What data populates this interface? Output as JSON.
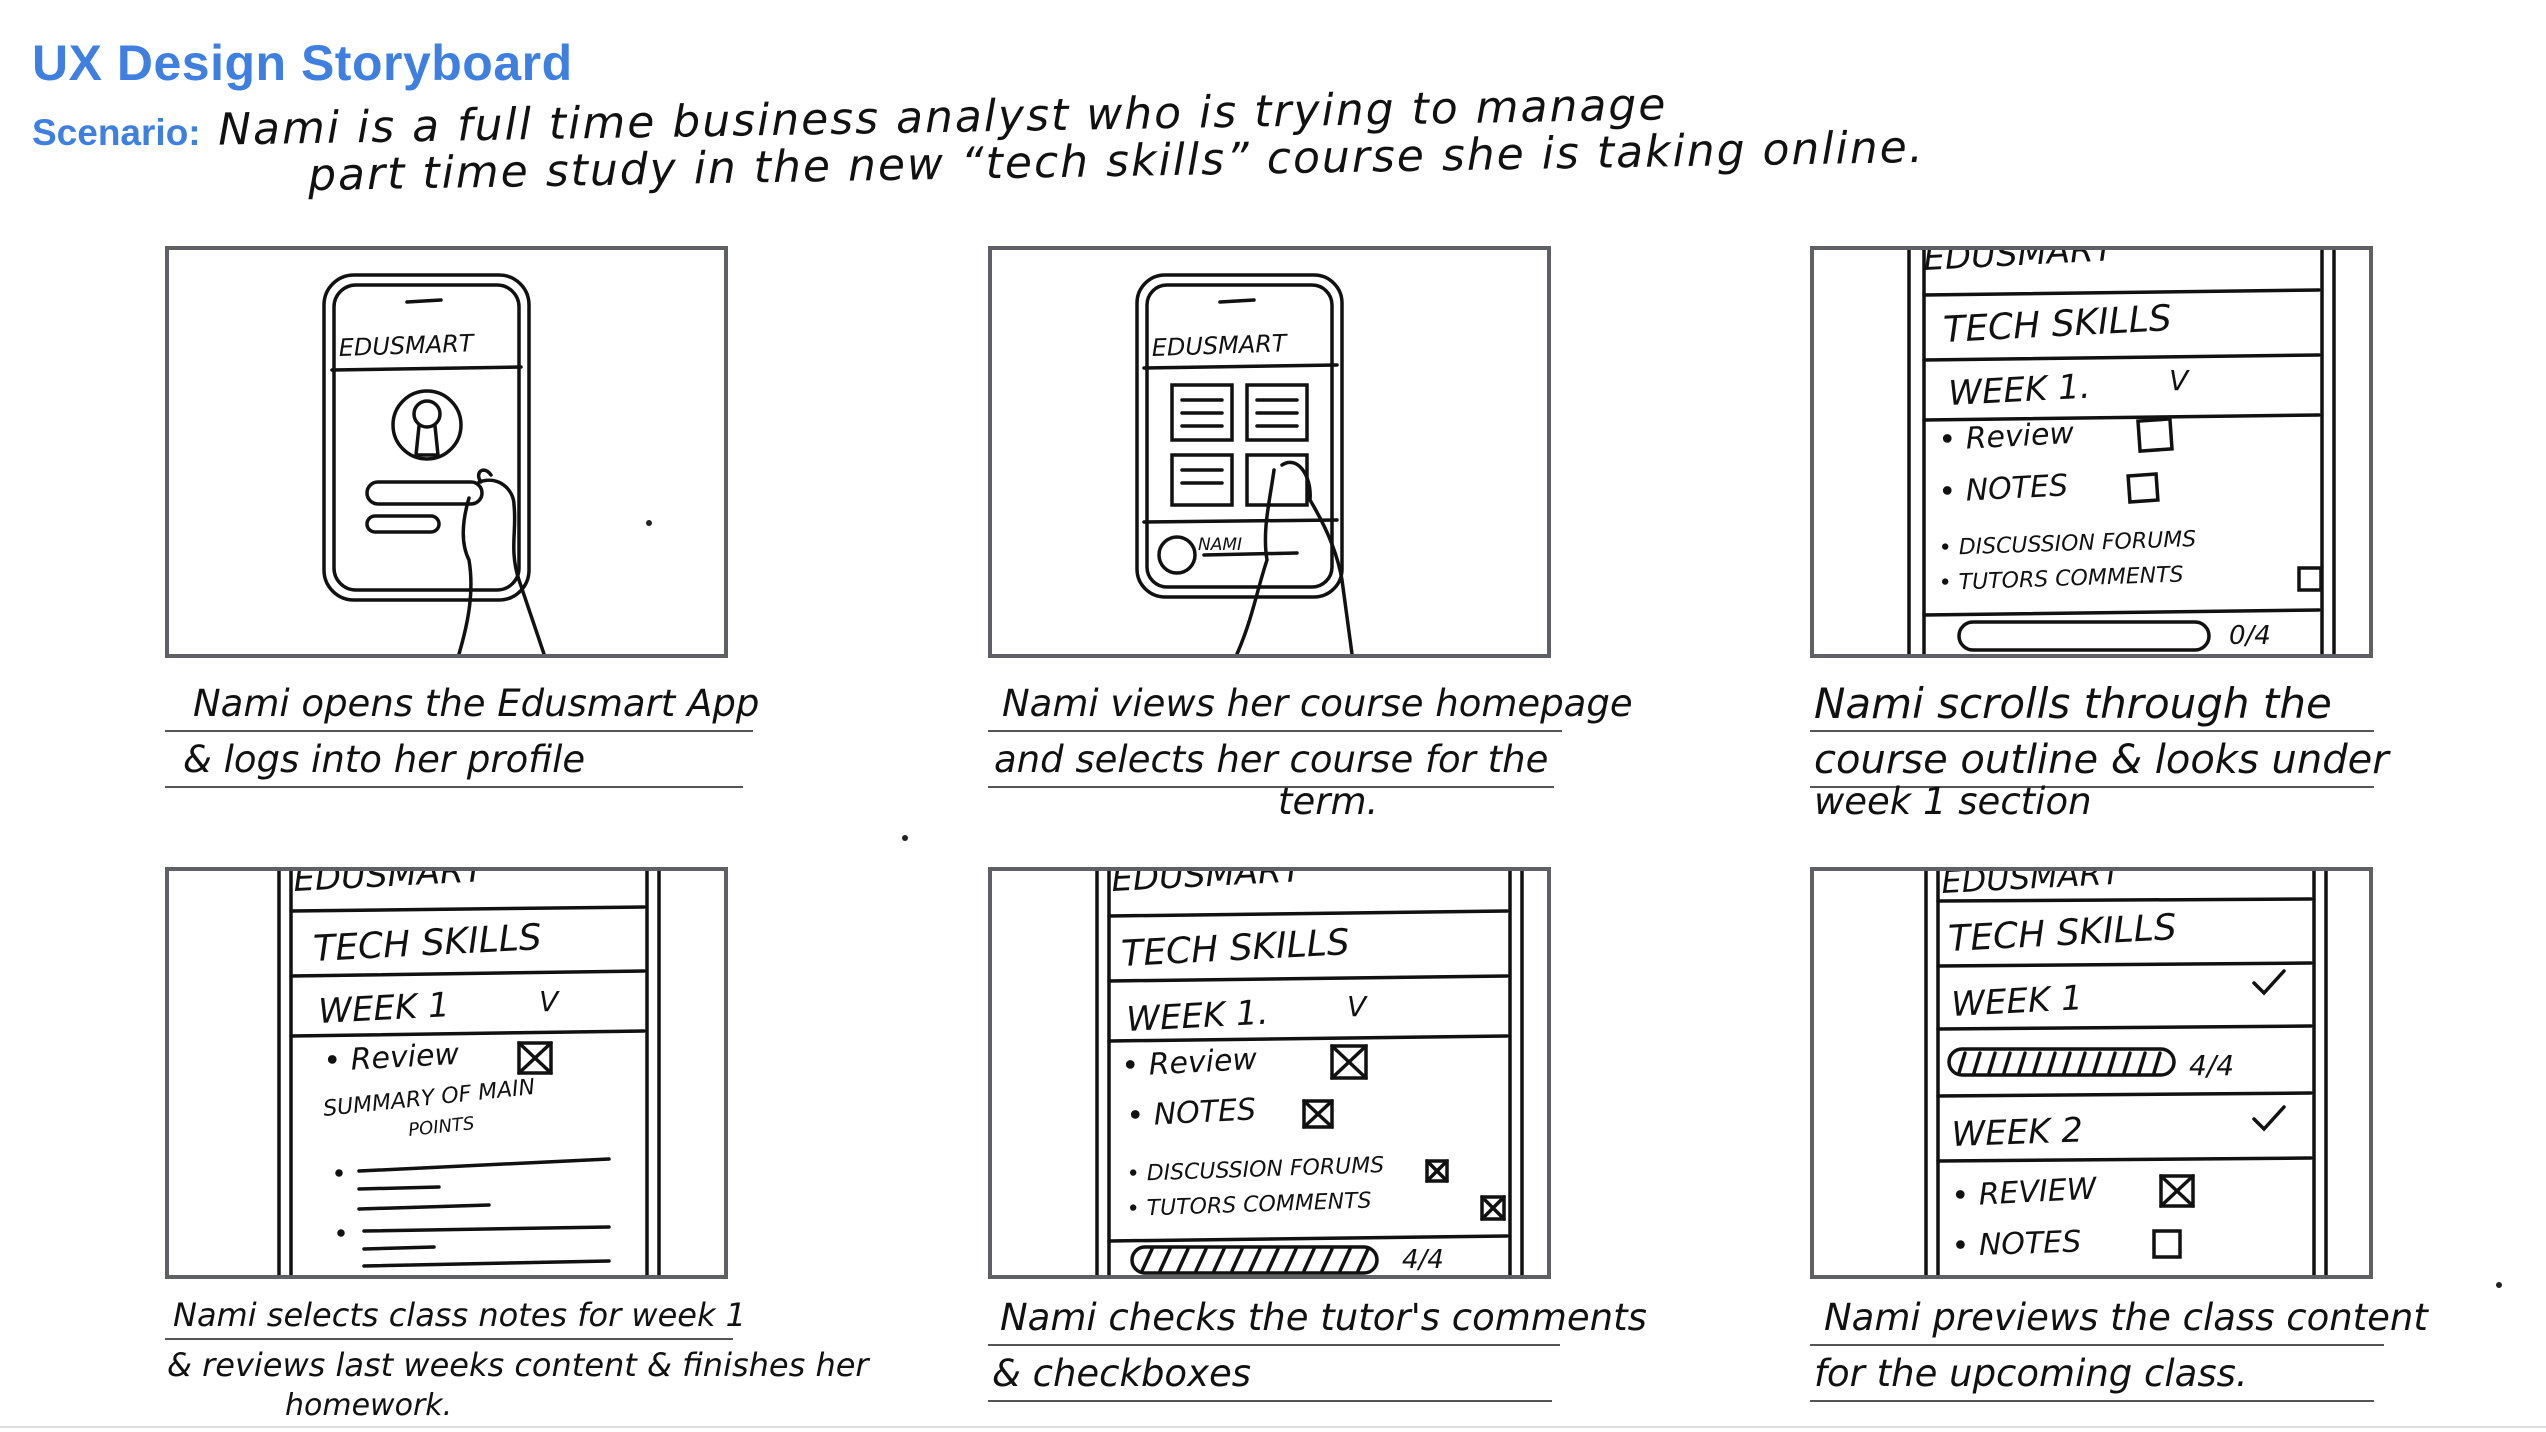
{
  "title": "UX Design Storyboard",
  "scenario": {
    "label": "Scenario:",
    "line1": "Nami is a full time business analyst who is trying to manage",
    "line2": "part time study in the new “tech skills” course she is taking online."
  },
  "panels": [
    {
      "caption_lines": [
        "Nami opens the Edusmart App",
        "& logs into her profile"
      ],
      "sketch": {
        "app_name": "EDUSMART"
      }
    },
    {
      "caption_lines": [
        "Nami views her course homepage",
        "and selects her course for the",
        "term."
      ],
      "sketch": {
        "app_name": "EDUSMART",
        "profile_name": "NAMI"
      }
    },
    {
      "caption_lines": [
        "Nami scrolls through the",
        "course outline & looks under",
        "week 1 section"
      ],
      "sketch": {
        "header": "EDUSMART",
        "course": "TECH SKILLS",
        "week": "WEEK 1.",
        "week_mark": "V",
        "items": [
          "• Review",
          "• NOTES",
          "• DISCUSSION FORUMS",
          "• TUTORS COMMENTS"
        ],
        "progress_text": "0/4",
        "progress": 0
      }
    },
    {
      "caption_lines": [
        "Nami selects class notes for week 1",
        "& reviews last weeks content & finishes her",
        "homework."
      ],
      "sketch": {
        "header": "EDUSMART",
        "course": "TECH SKILLS",
        "week": "WEEK 1",
        "week_mark": "V",
        "item": "• Review",
        "summary_line1": "SUMMARY OF MAIN",
        "summary_line2": "POINTS"
      }
    },
    {
      "caption_lines": [
        "Nami checks the tutor's comments",
        "& checkboxes"
      ],
      "sketch": {
        "header": "EDUSMART",
        "course": "TECH SKILLS",
        "week": "WEEK 1.",
        "week_mark": "V",
        "items": [
          "• Review",
          "• NOTES",
          "• DISCUSSION FORUMS",
          "• TUTORS COMMENTS"
        ],
        "progress_text": "4/4",
        "progress": 1
      }
    },
    {
      "caption_lines": [
        "Nami previews the class content",
        "for the upcoming class."
      ],
      "sketch": {
        "header": "EDUSMART",
        "course": "TECH SKILLS",
        "week1": "WEEK 1",
        "week1_progress_text": "4/4",
        "week1_progress": 1,
        "week2": "WEEK 2",
        "items": [
          "• REVIEW",
          "• NOTES"
        ]
      }
    }
  ]
}
